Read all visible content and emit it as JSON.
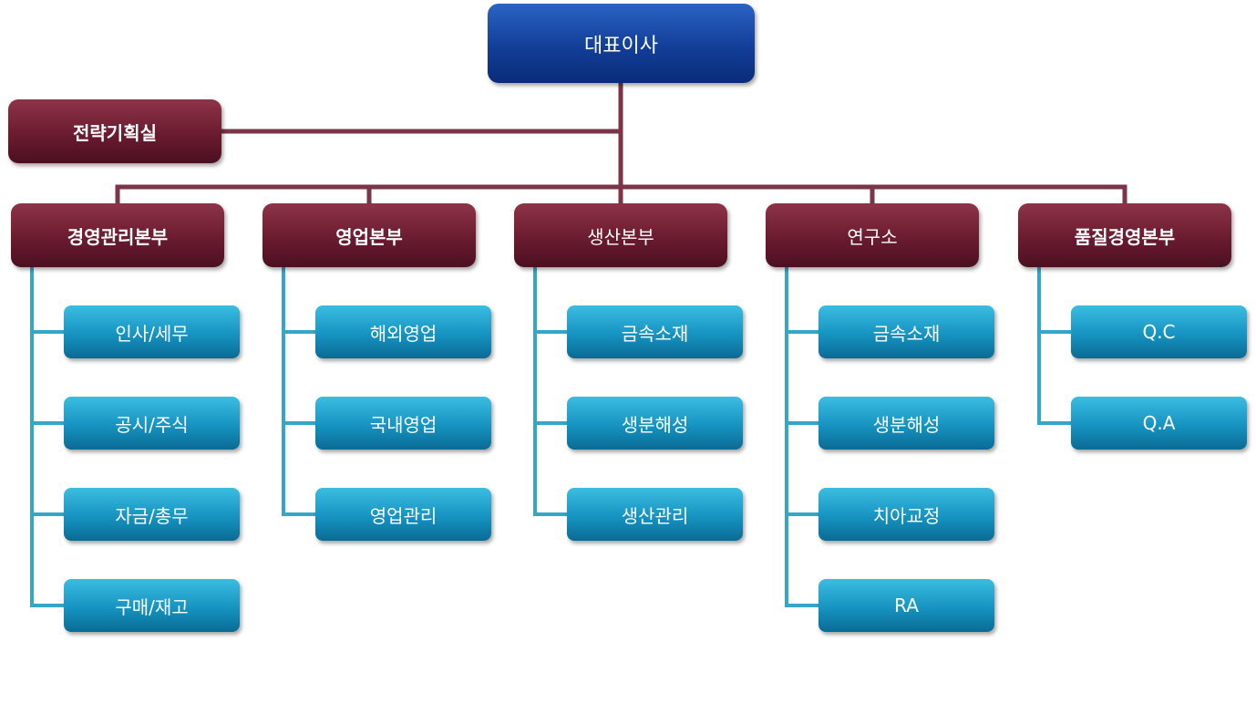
{
  "ceo": {
    "label": "대표이사"
  },
  "strategy": {
    "label": "전략기획실"
  },
  "departments": [
    {
      "label": "경영관리본부",
      "bold": true,
      "subs": [
        "인사/세무",
        "공시/주식",
        "자금/총무",
        "구매/재고"
      ]
    },
    {
      "label": "영업본부",
      "bold": true,
      "subs": [
        "해외영업",
        "국내영업",
        "영업관리"
      ]
    },
    {
      "label": "생산본부",
      "bold": false,
      "subs": [
        "금속소재",
        "생분해성",
        "생산관리"
      ]
    },
    {
      "label": "연구소",
      "bold": false,
      "subs": [
        "금속소재",
        "생분해성",
        "치아교정",
        "RA"
      ]
    },
    {
      "label": "품질경영본부",
      "bold": true,
      "subs": [
        "Q.C",
        "Q.A"
      ]
    }
  ],
  "colors": {
    "connector_main": "#7a3548",
    "connector_sub": "#34a6c6"
  }
}
